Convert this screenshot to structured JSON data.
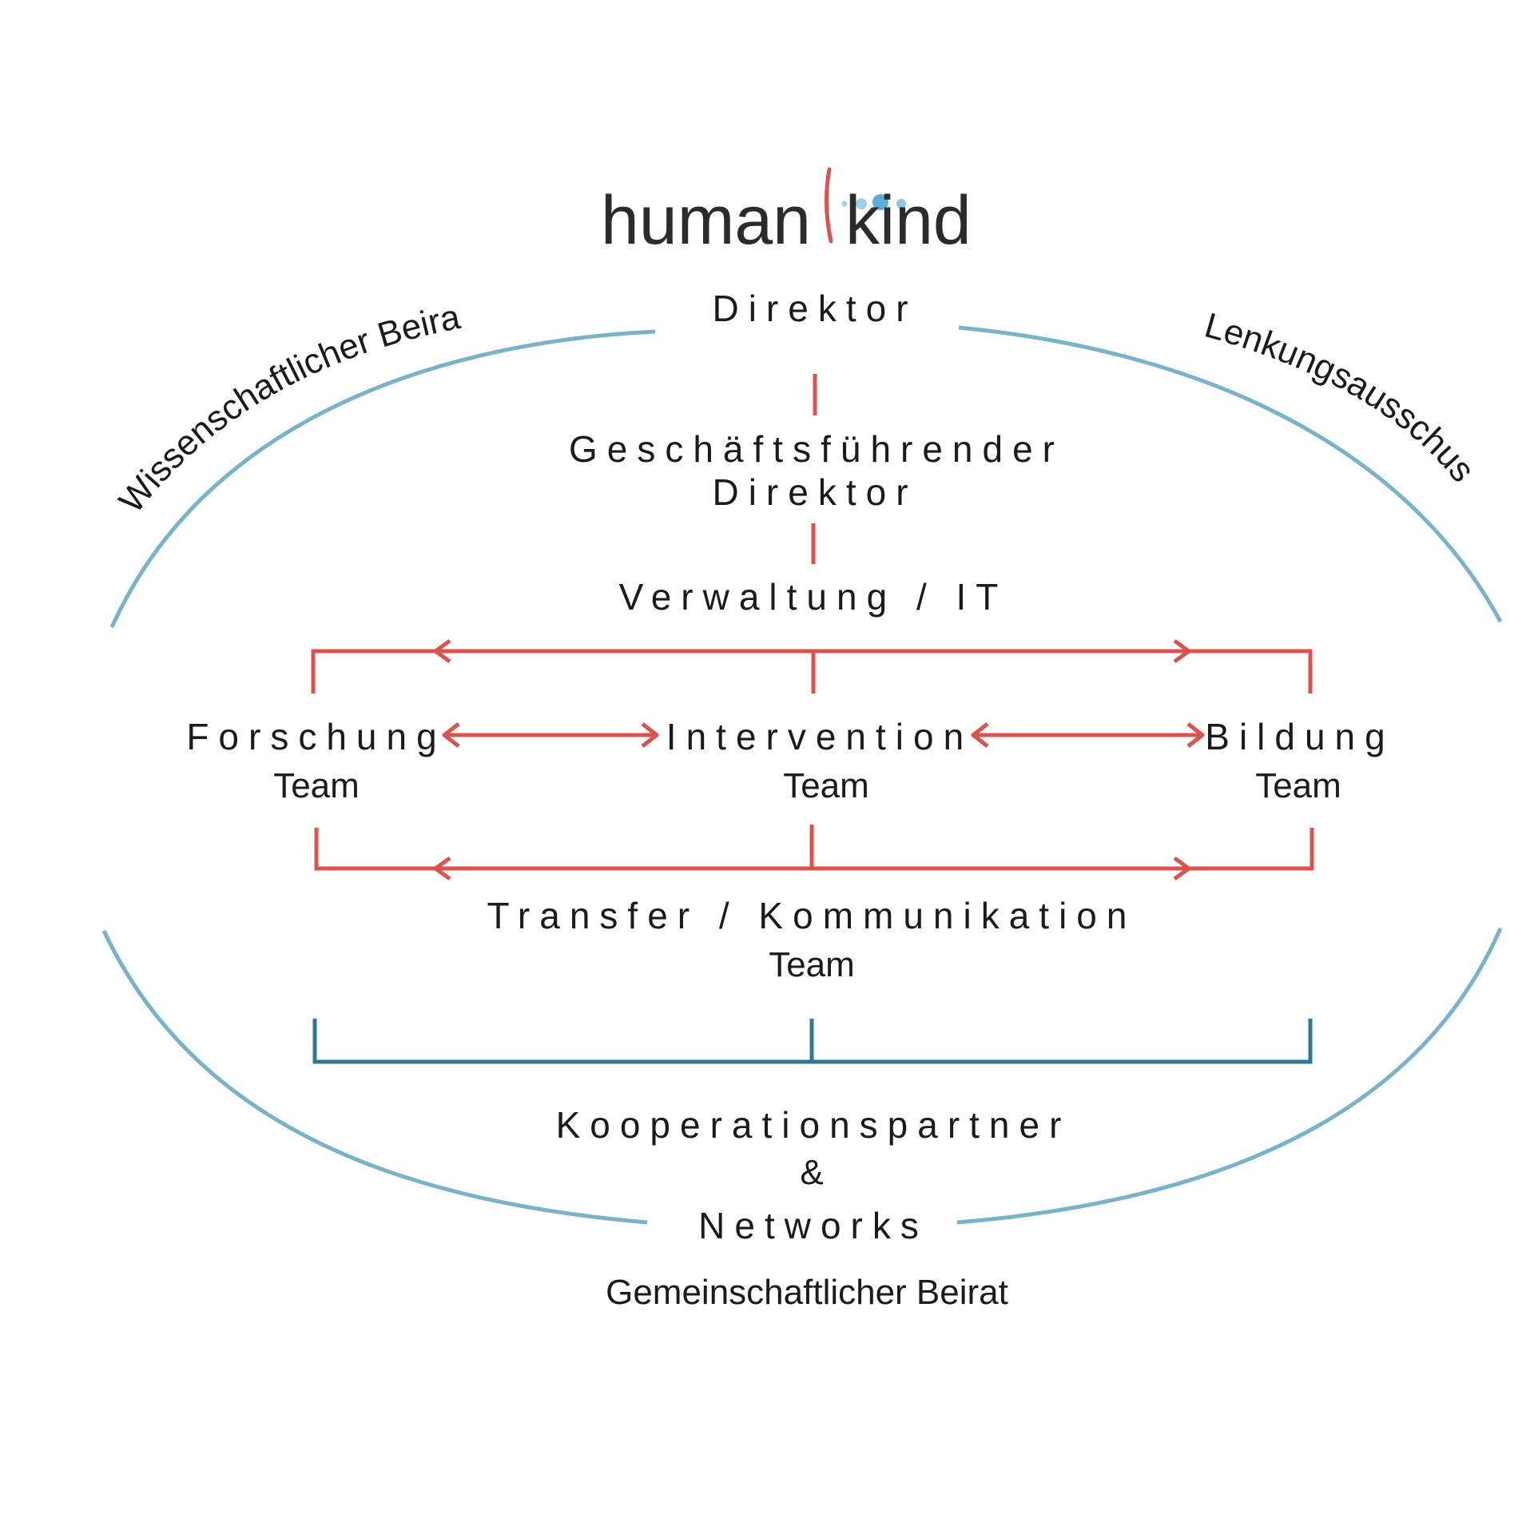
{
  "logo": {
    "left_word": "human",
    "right_word": "kind",
    "colors": {
      "text": "#2b2b2b",
      "mark": "#d9534f",
      "dots": "#6fb3d2"
    }
  },
  "nodes": {
    "director": "Direktor",
    "managing_director_line1": "Geschäftsführender",
    "managing_director_line2": "Direktor",
    "administration": "Verwaltung / IT",
    "research": "Forschung",
    "research_team": "Team",
    "intervention": "Intervention",
    "intervention_team": "Team",
    "education": "Bildung",
    "education_team": "Team",
    "transfer": "Transfer / Kommunikation",
    "transfer_team": "Team",
    "partners_line1": "Kooperationspartner",
    "partners_line2": "&",
    "partners_line3": "Networks"
  },
  "arc_labels": {
    "scientific_board": "Wissenschaftlicher Beirat",
    "steering_committee": "Lenkungsausschuss",
    "community_board": "Gemeinschaftlicher Beirat"
  },
  "colors": {
    "red": "#d9534f",
    "light_blue": "#78b3c8",
    "dark_teal": "#2f7a91",
    "text": "#1b1b1b"
  }
}
